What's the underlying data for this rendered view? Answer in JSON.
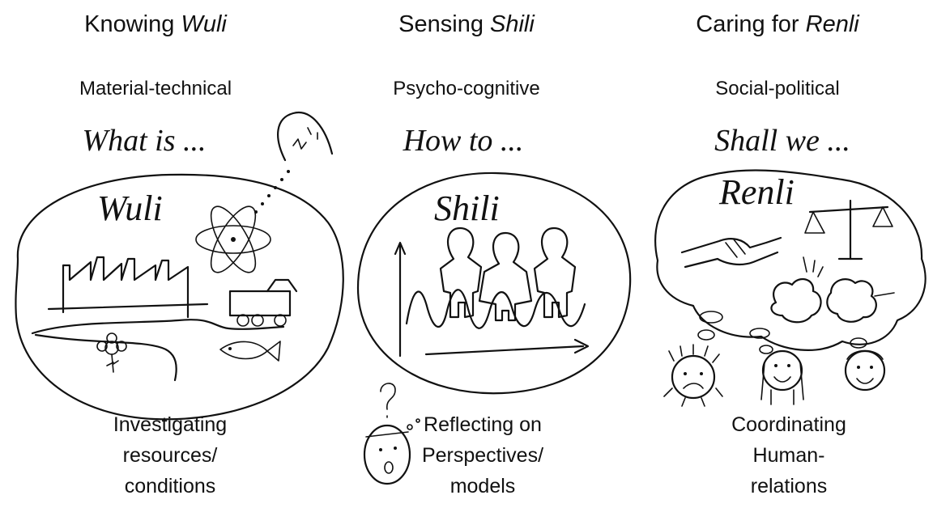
{
  "columns": [
    {
      "heading_prefix": "Knowing ",
      "heading_term": "Wuli",
      "dimension": "Material-technical",
      "question": "What is ...",
      "bubble_title": "Wuli",
      "bottom_lines": [
        "Investigating",
        "resources/",
        "conditions"
      ]
    },
    {
      "heading_prefix": "Sensing ",
      "heading_term": "Shili",
      "dimension": "Psycho-cognitive",
      "question": "How to ...",
      "bubble_title": "Shili",
      "bottom_lines": [
        "Reflecting on",
        "Perspectives/",
        "models"
      ]
    },
    {
      "heading_prefix": "Caring for ",
      "heading_term": "Renli",
      "dimension": "Social-political",
      "question": "Shall we ...",
      "bubble_title": "Renli",
      "bottom_lines": [
        "Coordinating",
        "Human-",
        "relations"
      ]
    }
  ],
  "drawings": {
    "wuli_icons": [
      "atom-icon",
      "factory-icon",
      "truck-icon",
      "flower-icon",
      "fish-icon",
      "thinking-head-icon"
    ],
    "shili_icons": [
      "people-icon",
      "wave-chart-icon",
      "confused-head-icon"
    ],
    "renli_icons": [
      "handshake-icon",
      "scales-icon",
      "conflict-icon",
      "sad-face-icon",
      "happy-face-icon",
      "smiling-face-icon"
    ]
  }
}
